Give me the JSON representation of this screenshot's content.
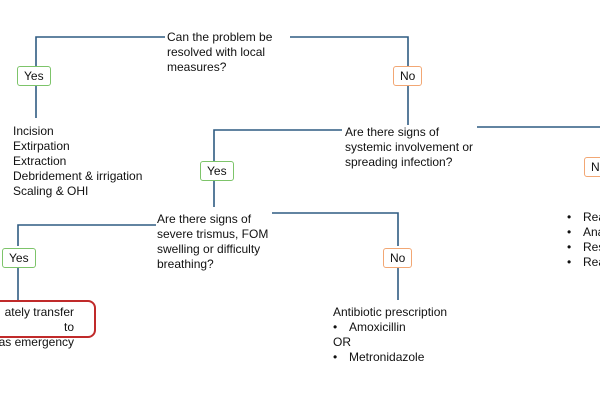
{
  "q1": [
    "Can the problem be",
    "resolved with local",
    "measures?"
  ],
  "q2": [
    "Are there signs of",
    "systemic involvement or",
    "spreading infection?"
  ],
  "q3": [
    "Are there signs of",
    "severe trismus, FOM",
    "swelling or difficulty",
    "breathing?"
  ],
  "labels": {
    "yes1": "Yes",
    "no1": "No",
    "yes2": "Yes",
    "no2": "N",
    "yes3": "Yes",
    "no3": "No"
  },
  "local_measures": [
    "Incision",
    "Extirpation",
    "Extraction",
    "Debridement & irrigation",
    "Scaling & OHI"
  ],
  "emergency": [
    "ately transfer to",
    "as emergency"
  ],
  "antibiotic": {
    "title": "Antibiotic prescription",
    "option_a": "Amoxicillin",
    "or": "OR",
    "option_b": "Metronidazole"
  },
  "right_list": [
    "Rea",
    "Ana",
    "Res",
    "Rea"
  ],
  "colors": {
    "connector": "#2f5b82",
    "yes_border": "#7dc46a",
    "no_border": "#f2a774",
    "emergency_border": "#c02a2a"
  }
}
